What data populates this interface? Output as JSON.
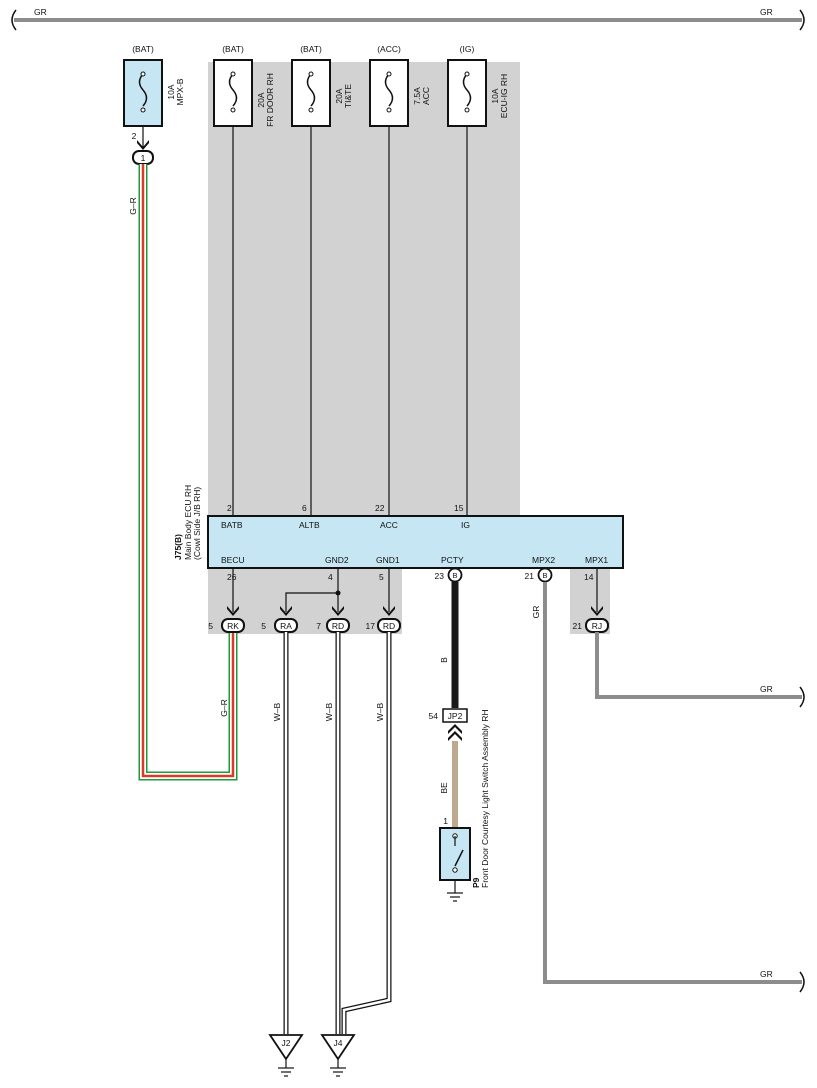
{
  "colors": {
    "shade": "#d2d2d2",
    "component_fill": "#c6e6f4",
    "wire_gr": "#8c8c8c",
    "wire_black": "#1a1a1a",
    "wire_green": "#1e9a3c",
    "wire_red": "#d93a2b",
    "wire_beige": "#bda98f"
  },
  "bus_top": {
    "left_label": "GR",
    "right_label": "GR"
  },
  "fuses": [
    {
      "supply": "(BAT)",
      "rating": "10A",
      "name": "MPX-B",
      "pin": "2",
      "connector": "1"
    },
    {
      "supply": "(BAT)",
      "rating": "20A",
      "name": "FR DOOR RH"
    },
    {
      "supply": "(BAT)",
      "rating": "20A",
      "name": "TI&TE"
    },
    {
      "supply": "(ACC)",
      "rating": "7.5A",
      "name": "ACC"
    },
    {
      "supply": "(IG)",
      "rating": "10A",
      "name": "ECU-IG RH"
    }
  ],
  "ecu": {
    "code": "J75(B)",
    "name": "Main Body ECU RH",
    "location": "(Cowl Side J/B RH)",
    "top_pins": [
      {
        "num": "2",
        "label": "BATB"
      },
      {
        "num": "6",
        "label": "ALTB"
      },
      {
        "num": "22",
        "label": "ACC"
      },
      {
        "num": "15",
        "label": "IG"
      }
    ],
    "bottom_pins": [
      {
        "num": "26",
        "label": "BECU"
      },
      {
        "num": "4",
        "label": "GND2"
      },
      {
        "num": "5",
        "label": "GND1"
      },
      {
        "num": "23",
        "label": "PCTY"
      },
      {
        "num": "21",
        "label": "MPX2"
      },
      {
        "num": "14",
        "label": "MPX1"
      }
    ]
  },
  "connectors": [
    {
      "id": "RK",
      "pin": "5"
    },
    {
      "id": "RA",
      "pin": "5"
    },
    {
      "id": "RD",
      "pin": "7"
    },
    {
      "id": "RD",
      "pin": "17"
    },
    {
      "id": "B",
      "pin": "23"
    },
    {
      "id": "B",
      "pin": "21"
    },
    {
      "id": "RJ",
      "pin": "21"
    },
    {
      "id": "JP2",
      "pin": "54"
    }
  ],
  "wires": {
    "mpxb": "G–R",
    "becu": "G–R",
    "ra": "W–B",
    "rd7": "W–B",
    "rd17": "W–B",
    "pcty": "B",
    "pcty_lower": "BE",
    "mpx2": "GR",
    "mpx1_right": "GR",
    "mpx2_right": "GR"
  },
  "grounds": [
    {
      "id": "J2"
    },
    {
      "id": "J4"
    }
  ],
  "switch": {
    "code": "P9",
    "name": "Front Door Courtesy Light Switch Assembly RH",
    "pin": "1"
  }
}
